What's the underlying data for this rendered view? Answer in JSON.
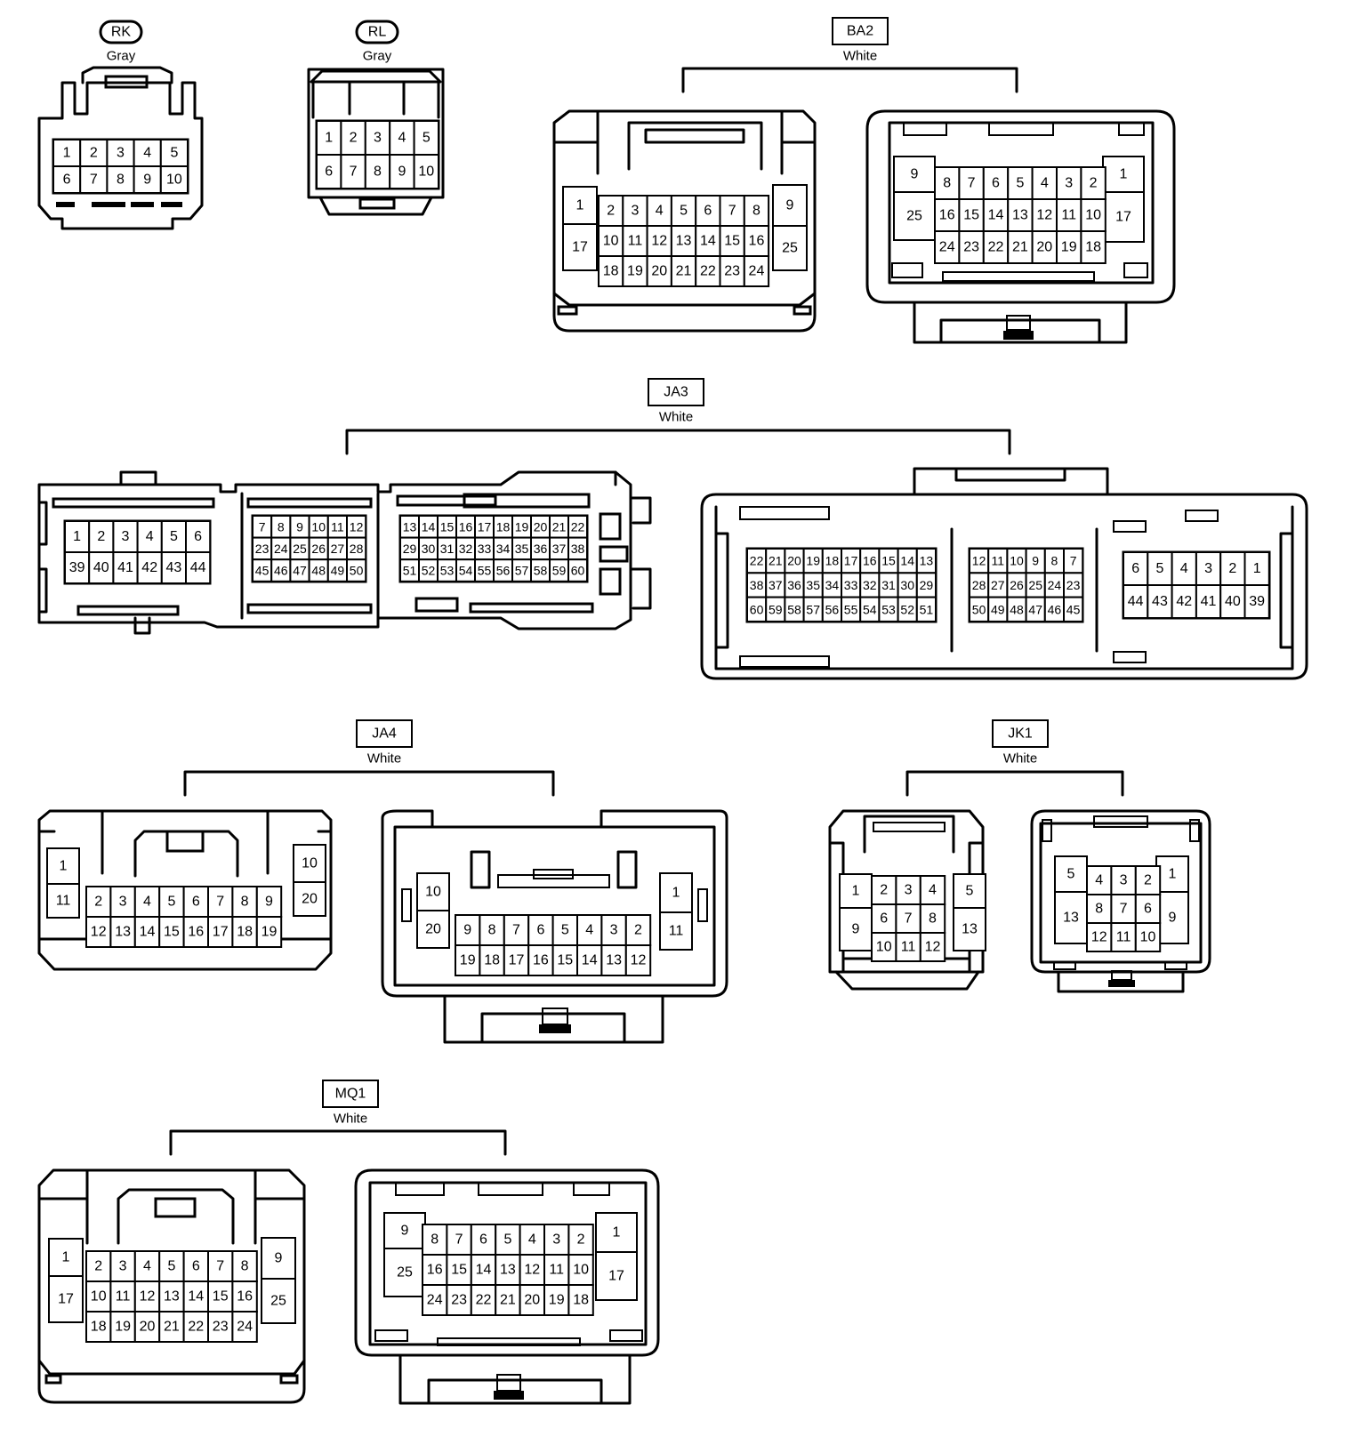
{
  "connectors": [
    {
      "id": "RK",
      "color": "Gray"
    },
    {
      "id": "RL",
      "color": "Gray"
    },
    {
      "id": "BA2",
      "color": "White"
    },
    {
      "id": "JA3",
      "color": "White"
    },
    {
      "id": "JA4",
      "color": "White"
    },
    {
      "id": "JK1",
      "color": "White"
    },
    {
      "id": "MQ1",
      "color": "White"
    }
  ]
}
